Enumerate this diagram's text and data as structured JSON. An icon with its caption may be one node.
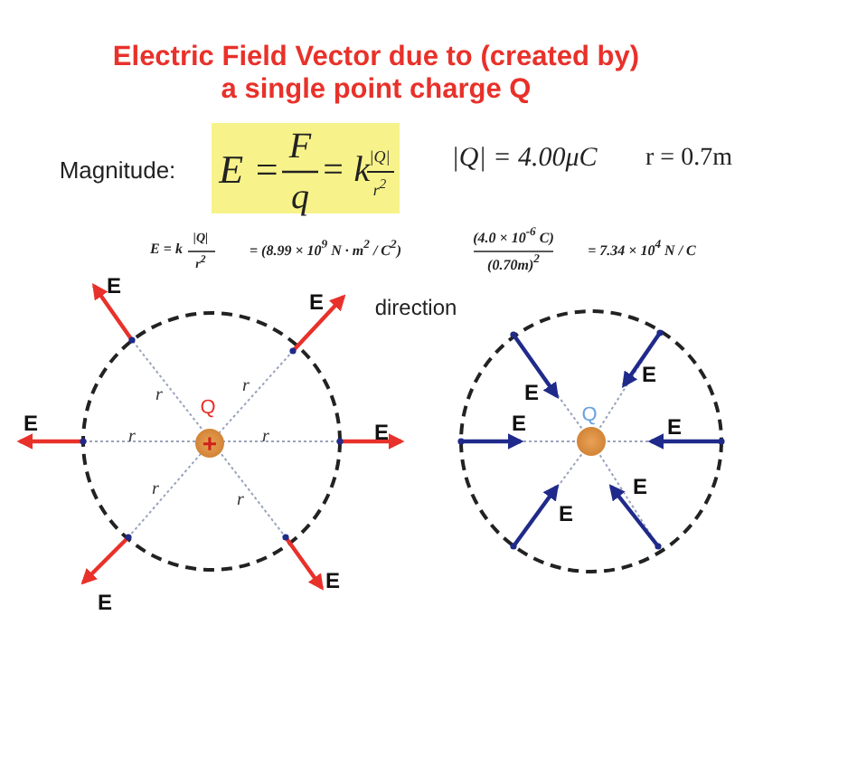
{
  "diagram": {
    "title": "Electric Field Vector due to (created by) a single point charge Q",
    "nodes": [
      {
        "text": [
          "+"
        ],
        "beside": [
          "Q"
        ]
      },
      {
        "text": [],
        "shape": "circle",
        "beside": [
          "Q"
        ]
      }
    ],
    "labels": [
      "Magnitude:",
      "E =",
      "F",
      "q",
      "= k",
      "|Q|",
      "r$^{2}$",
      "|Q| = 4.00μC",
      "r = 0.7m",
      "E = k",
      "|Q|",
      "r$^{2}$",
      "= (8.99 × 10$^{9}$ N · m$^{2}$ / C$^{2}$)",
      "(4.0 × 10$^{-6}$ C)",
      "(0.70m)$^{2}$",
      "= 7.34 × 10$^{4}$ N / C",
      "direction",
      "E",
      "E",
      "E",
      "E",
      "E",
      "E",
      "r",
      "r",
      "r",
      "r",
      "r",
      "r",
      "E",
      "E",
      "E",
      "E",
      "E",
      "E"
    ]
  }
}
